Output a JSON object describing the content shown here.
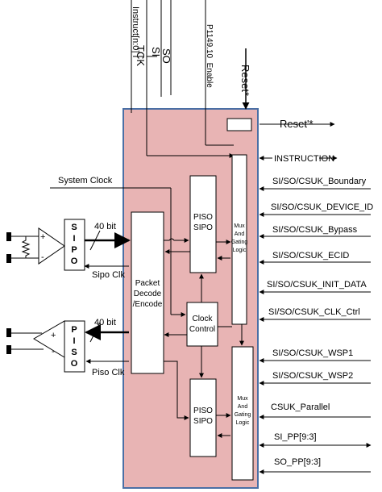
{
  "top_signals": {
    "instruct": "Instruct[n:0]",
    "tck": "TCK",
    "si": "SI",
    "so": "SO",
    "p1149": "P1149.10_Enable",
    "reset_star": "Reset*"
  },
  "right_signals": {
    "reset_out": "Reset'*",
    "instruction": "INSTRUCTION",
    "boundary": "SI/SO/CSUK_Boundary",
    "device_id": "SI/SO/CSUK_DEVICE_ID",
    "bypass": "SI/SO/CSUK_Bypass",
    "ecid": "SI/SO/CSUK_ECID",
    "init_data": "SI/SO/CSUK_INIT_DATA",
    "clk_ctrl": "SI/SO/CSUK_CLK_Ctrl",
    "wsp1": "SI/SO/CSUK_WSP1",
    "wsp2": "SI/SO/CSUK_WSP2",
    "parallel": "CSUK_Parallel",
    "si_pp": "SI_PP[9:3]",
    "so_pp": "SO_PP[9:3]"
  },
  "left_signals": {
    "system_clock": "System Clock",
    "bit40_top": "40 bit",
    "sipo_clk": "Sipo Clk",
    "bit40_bottom": "40 bit",
    "piso_clk": "Piso Clk"
  },
  "blocks": {
    "sipo_letters": [
      "S",
      "I",
      "P",
      "O"
    ],
    "piso_letters": [
      "P",
      "I",
      "S",
      "O"
    ],
    "packet_line1": "Packet",
    "packet_line2": "Decode",
    "packet_line3": "/Encode",
    "piso_sipo_top_1": "PISO",
    "piso_sipo_top_2": "SIPO",
    "piso_sipo_bottom_1": "PISO",
    "piso_sipo_bottom_2": "SIPO",
    "clock_1": "Clock",
    "clock_2": "Control",
    "mux_top": [
      "Mux",
      "And",
      "Gating",
      "Logic"
    ],
    "mux_bottom": [
      "Mux",
      "And",
      "Gating",
      "Logic"
    ]
  },
  "amp": {
    "top_plus": "+",
    "top_minus": "-",
    "bottom_plus": "+",
    "bottom_minus": "-"
  },
  "colors": {
    "main_fill": "#e8b4b4",
    "main_border": "#4a6fa5",
    "line": "#000000"
  }
}
